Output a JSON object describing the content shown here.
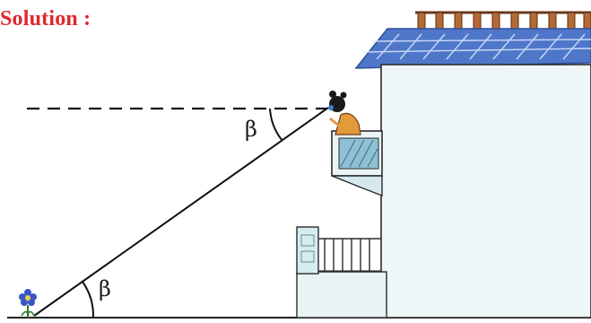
{
  "heading": "Solution :",
  "angle_labels": {
    "depression": "β",
    "elevation": "β"
  },
  "colors": {
    "heading": "#e0262b",
    "roof": "#4f77c9",
    "wall": "#eef6f8",
    "line": "#111111"
  },
  "icons": [
    "flower-icon",
    "girl-observer-icon",
    "house-icon"
  ]
}
